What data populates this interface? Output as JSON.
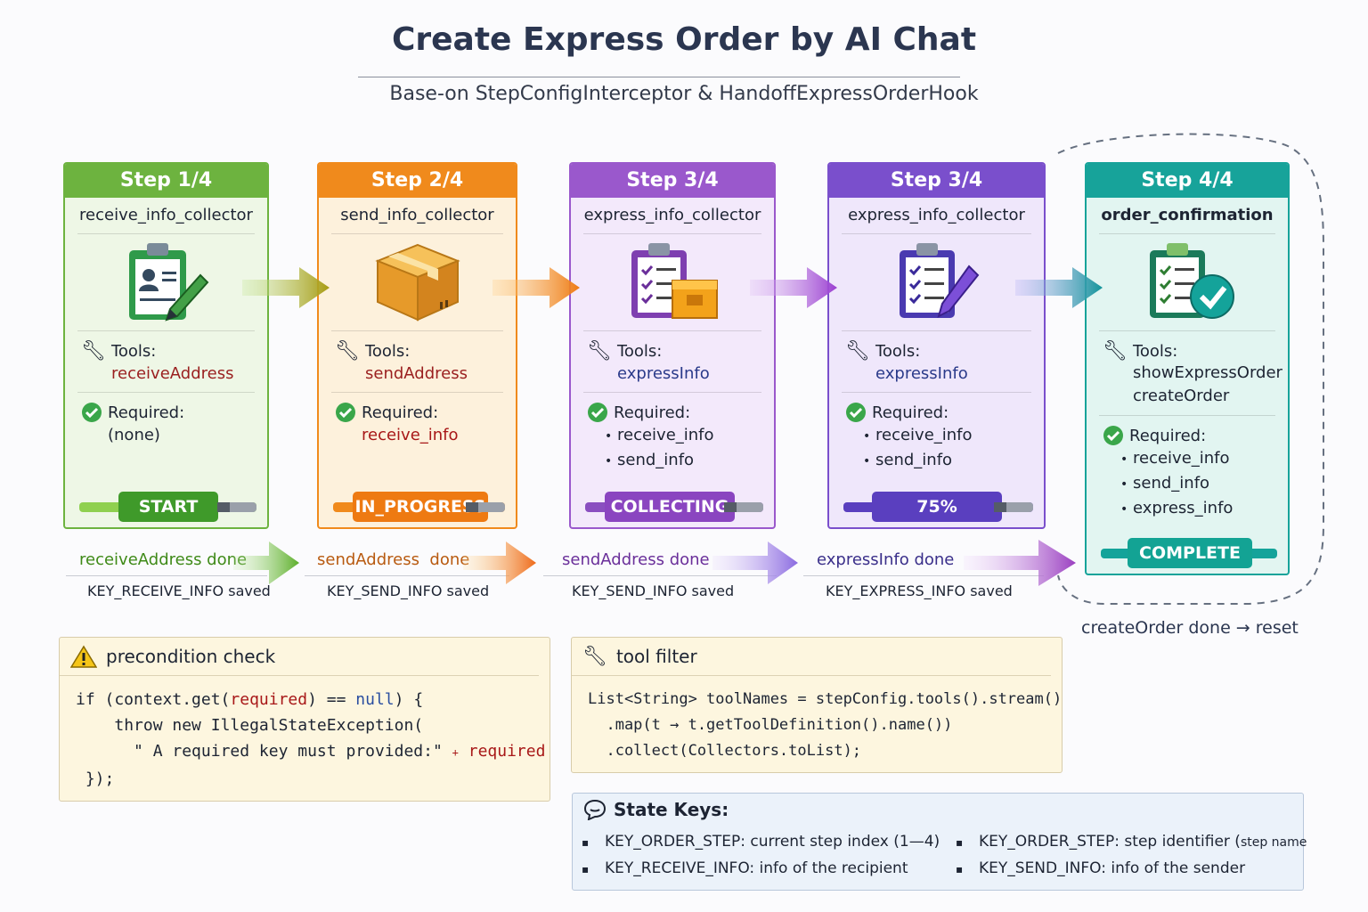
{
  "title": "Create Express Order by AI Chat",
  "subtitle": "Base-on StepConfigInterceptor & HandoffExpressOrderHook",
  "labels": {
    "tools": "Tools:",
    "required": "Required:"
  },
  "steps": [
    {
      "step": "Step 1/4",
      "name": "receive_info_collector",
      "tools": [
        "receiveAddress"
      ],
      "required_text": "(none)",
      "required": [],
      "status": "START",
      "color": "#6db33f",
      "icon": "clipboard-contact-icon"
    },
    {
      "step": "Step 2/4",
      "name": "send_info_collector",
      "tools": [
        "sendAddress"
      ],
      "required_text": "receive_info",
      "required": [],
      "status": "IN_PROGRESS",
      "color": "#f08a1c",
      "icon": "package-box-icon"
    },
    {
      "step": "Step 3/4",
      "name": "express_info_collector",
      "tools": [
        "expressInfo"
      ],
      "required_text": "",
      "required": [
        "receive_info",
        "send_info"
      ],
      "status": "COLLECTING",
      "color": "#9a58cc",
      "icon": "checklist-folder-icon"
    },
    {
      "step": "Step 3/4",
      "name": "express_info_collector",
      "tools": [
        "expressInfo"
      ],
      "required_text": "",
      "required": [
        "receive_info",
        "send_info"
      ],
      "status": "75%",
      "color": "#7a4fcc",
      "icon": "checklist-pencil-icon"
    },
    {
      "step": "Step 4/4",
      "name": "order_confirmation",
      "tools": [
        "showExpressOrder",
        "createOrder"
      ],
      "required_text": "",
      "required": [
        "receive_info",
        "send_info",
        "express_info"
      ],
      "status": "COMPLETE",
      "color": "#17a39a",
      "icon": "checklist-check-icon"
    }
  ],
  "transitions": [
    {
      "done": "receiveAddress done",
      "saved": "KEY_RECEIVE_INFO saved",
      "color": "#3f8a18"
    },
    {
      "done": "sendAddress  done",
      "saved": "KEY_SEND_INFO saved",
      "color": "#b85a10"
    },
    {
      "done": "sendAddress done",
      "saved": "KEY_SEND_INFO saved",
      "color": "#6a2f9a"
    },
    {
      "done": "expressInfo done",
      "saved": "KEY_EXPRESS_INFO saved",
      "color": "#4a2f9a"
    }
  ],
  "reset_label": "createOrder done → reset",
  "precondition": {
    "title": "precondition check",
    "code": {
      "l1a": "if (context.get(",
      "l1b": "required",
      "l1c": ") == ",
      "l1d": "null",
      "l1e": ") {",
      "l2": "throw new IllegalStateException(",
      "l3a": "\" A required key must provided:\"",
      "l3b": "+",
      "l3c": "required",
      "l4": "});"
    }
  },
  "tool_filter": {
    "title": "tool filter",
    "lines": [
      "List<String> toolNames = stepConfig.tools().stream()",
      "  .map(t → t.getToolDefinition().name())",
      "  .collect(Collectors.toList);"
    ]
  },
  "state_keys": {
    "title": "State Keys:",
    "items": [
      {
        "key": "KEY_ORDER_STEP:",
        "desc": "current step index (1—4)"
      },
      {
        "key": "KEY_ORDER_STEP:",
        "desc": "step identifier (",
        "desc_small": "step name"
      },
      {
        "key": "KEY_RECEIVE_INFO:",
        "desc": "info of the recipient"
      },
      {
        "key": "KEY_SEND_INFO:",
        "desc": "info of the sender"
      }
    ]
  }
}
